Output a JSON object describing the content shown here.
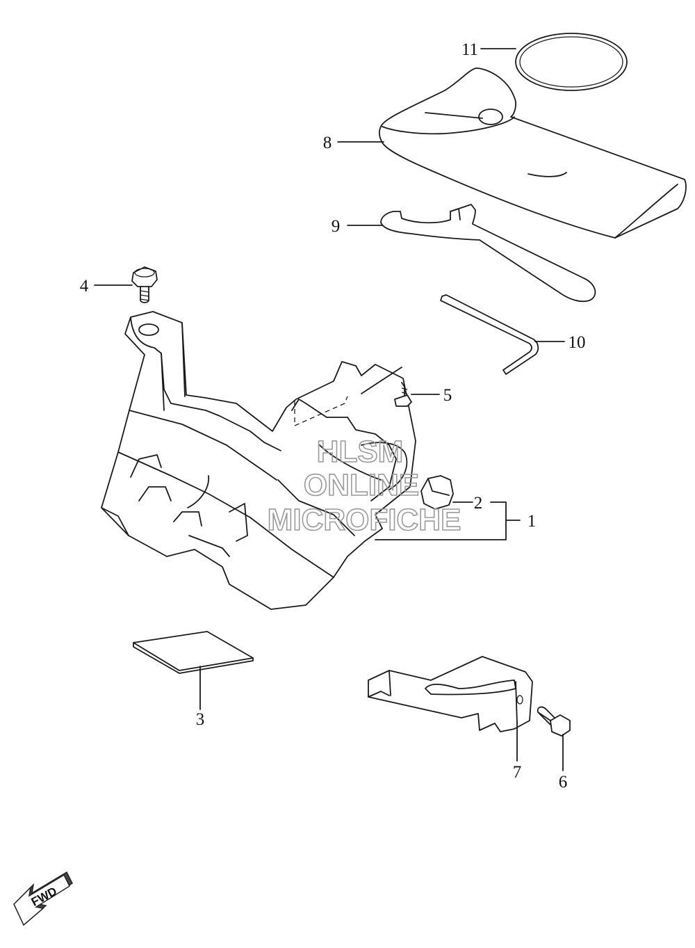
{
  "callouts": {
    "c1": "1",
    "c2": "2",
    "c3": "3",
    "c4": "4",
    "c5": "5",
    "c6": "6",
    "c7": "7",
    "c8": "8",
    "c9": "9",
    "c10": "10",
    "c11": "11"
  },
  "watermark": {
    "line1": "HLSM",
    "line2": "ONLINE",
    "line3": "MICROFICHE"
  },
  "fwd_label": "FWD"
}
